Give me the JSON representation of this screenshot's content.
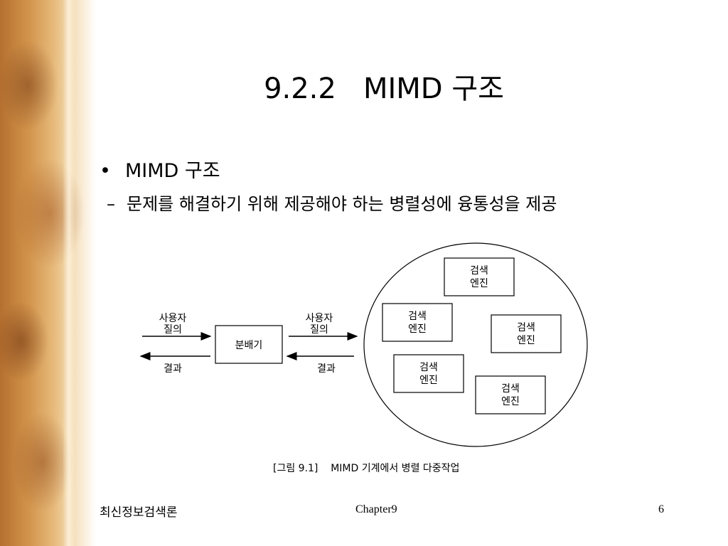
{
  "slide": {
    "title": "9.2.2   MIMD 구조",
    "bullet_l1_marker": "•",
    "bullet_l1": "MIMD 구조",
    "bullet_l2_marker": "–",
    "bullet_l2": "문제를 해결하기 위해 제공해야 하는 병렬성에 융통성을 제공"
  },
  "diagram": {
    "user_query_left": [
      "사용자",
      "질의"
    ],
    "user_query_right": [
      "사용자",
      "질의"
    ],
    "result_left": "결과",
    "result_right": "결과",
    "distributor": "분배기",
    "engine_label": [
      "검색",
      "엔진"
    ],
    "caption": "[그림 9.1]    MIMD 기계에서 병렬 다중작업"
  },
  "footer": {
    "left": "최신정보검색론",
    "center": "Chapter9",
    "page": "6"
  }
}
